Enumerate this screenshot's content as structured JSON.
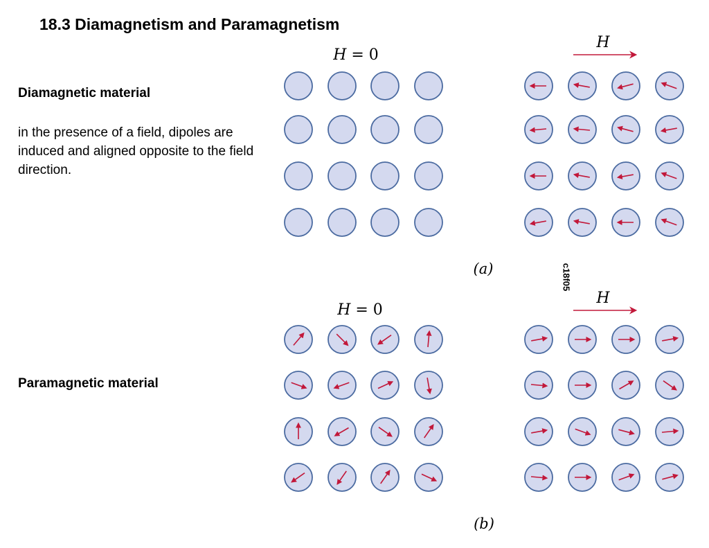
{
  "slide": {
    "title": "18.3 Diamagnetism and Paramagnetism",
    "diamagnetic": {
      "heading": "Diamagnetic material",
      "description": "in the presence of a field, dipoles are induced and aligned opposite to the field direction."
    },
    "paramagnetic": {
      "heading": "Paramagnetic material"
    },
    "figure_code": "c18f05"
  },
  "figure": {
    "colors": {
      "circle_fill": "#d4d9ef",
      "circle_stroke": "#4a6aa0",
      "arrow": "#c2183a",
      "field_arrow": "#c2183a"
    },
    "panel_a": {
      "caption": "(a)",
      "left_label": {
        "var": "H",
        "rest": " = 0"
      },
      "right_label": "H",
      "left_arrows_deg": [
        [
          null,
          null,
          null,
          null
        ],
        [
          null,
          null,
          null,
          null
        ],
        [
          null,
          null,
          null,
          null
        ],
        [
          null,
          null,
          null,
          null
        ]
      ],
      "right_arrows_deg": [
        [
          180,
          190,
          165,
          200
        ],
        [
          175,
          185,
          195,
          170
        ],
        [
          180,
          190,
          170,
          200
        ],
        [
          170,
          190,
          180,
          200
        ]
      ]
    },
    "panel_b": {
      "caption": "(b)",
      "left_label": {
        "var": "H",
        "rest": " = 0"
      },
      "right_label": "H",
      "left_arrows_deg": [
        [
          -50,
          45,
          145,
          -85
        ],
        [
          20,
          160,
          -25,
          80
        ],
        [
          -90,
          150,
          35,
          -55
        ],
        [
          145,
          125,
          -55,
          25
        ]
      ],
      "right_arrows_deg": [
        [
          -10,
          0,
          0,
          -10
        ],
        [
          5,
          0,
          -30,
          35
        ],
        [
          -10,
          20,
          15,
          -5
        ],
        [
          5,
          0,
          -20,
          -15
        ]
      ]
    }
  }
}
